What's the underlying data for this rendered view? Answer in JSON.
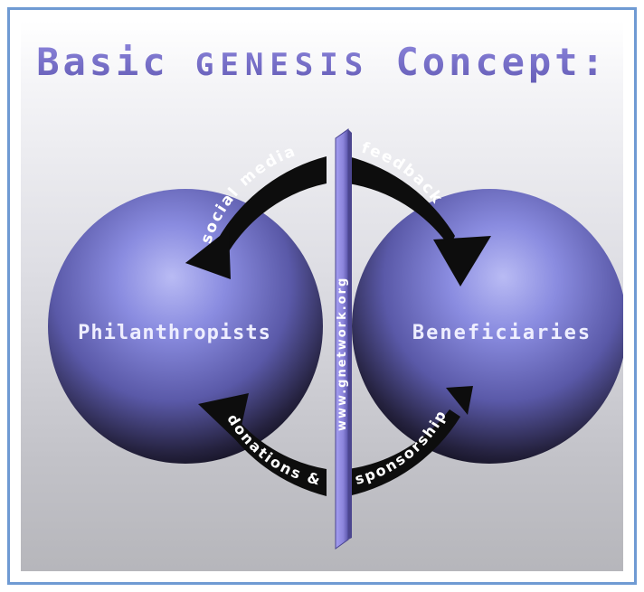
{
  "title": {
    "prefix": "Basic ",
    "highlight": "GENESIS",
    "suffix": " Concept:"
  },
  "spheres": {
    "left_label": "Philanthropists",
    "right_label": "Beneficiaries"
  },
  "arrows": {
    "top_left": "social media",
    "top_right": "feedback",
    "bottom_left": "donations &",
    "bottom_right": "sponsorship"
  },
  "divider": {
    "url": "www.gnetwork.org"
  },
  "colors": {
    "title": "#7b72c9",
    "sphere_light": "#b3b5f0",
    "sphere_mid": "#6f6fc6",
    "sphere_dark": "#141224",
    "arrow": "#0d0d0d",
    "divider_fill": "#8f88e0",
    "frame_border": "#6f9ad3"
  }
}
